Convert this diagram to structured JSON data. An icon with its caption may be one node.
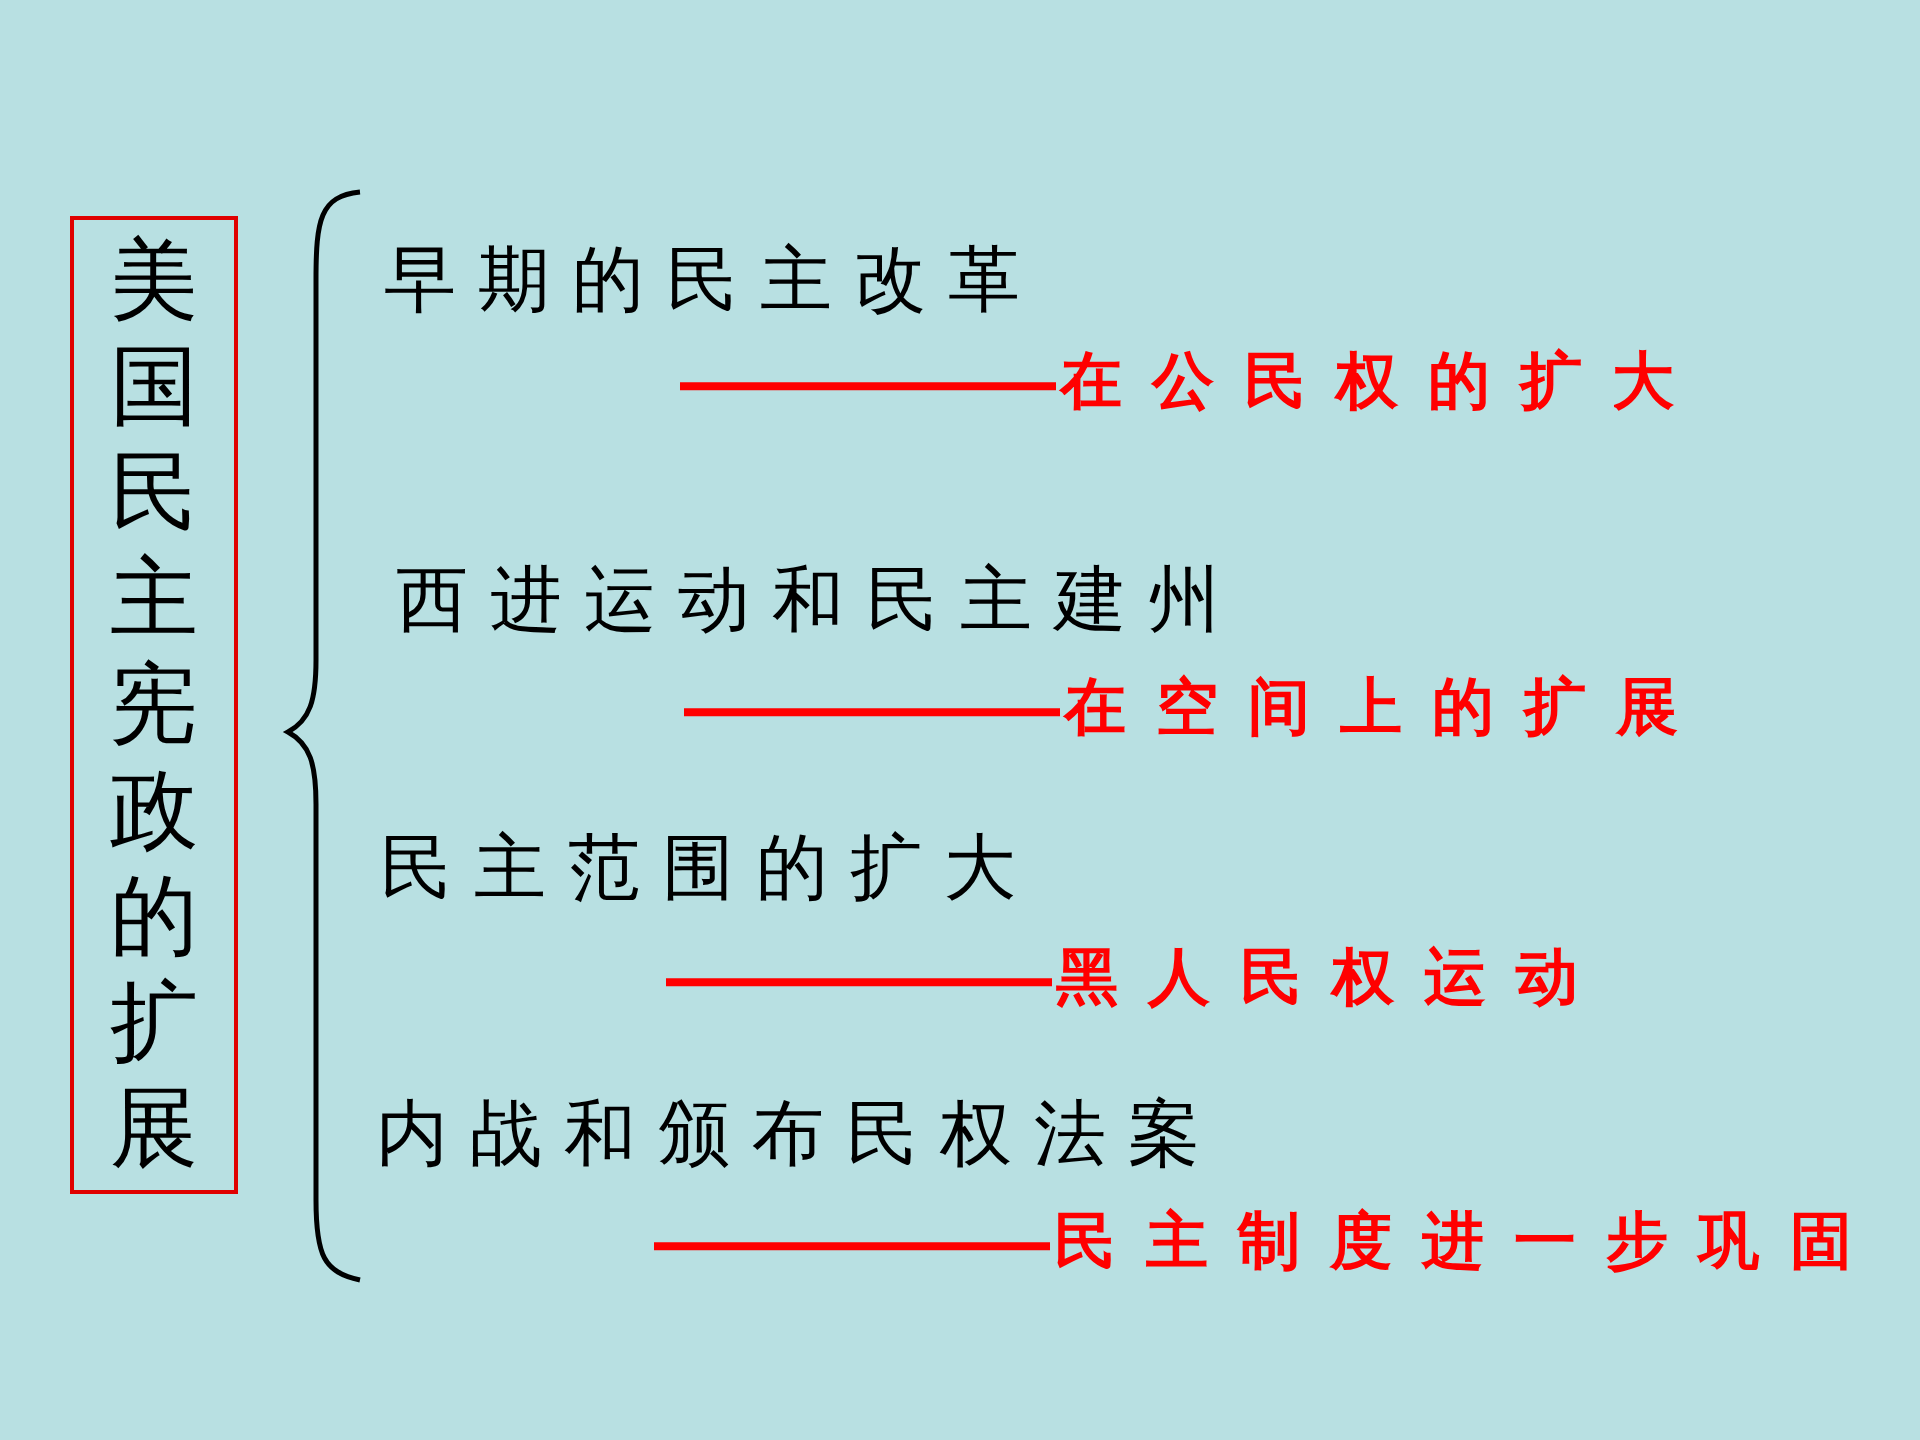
{
  "diagram": {
    "nodes": [
      {
        "text": [
          "美国民主宪政的扩展"
        ]
      },
      {
        "text": [
          "早期的民主改革"
        ]
      },
      {
        "text": [
          "在公民权的扩大"
        ]
      },
      {
        "text": [
          "西进运动和民主建州"
        ]
      },
      {
        "text": [
          "在空间上的扩展"
        ]
      },
      {
        "text": [
          "民主范围的扩大"
        ]
      },
      {
        "text": [
          "黑人民权运动"
        ]
      },
      {
        "text": [
          "内战和颁布民权法案"
        ]
      },
      {
        "text": [
          "民主制度进一步巩固"
        ]
      }
    ],
    "edges": [
      {
        "from": null,
        "to": 2,
        "arrow": "none",
        "color": "#ff0000"
      },
      {
        "from": null,
        "to": 4,
        "arrow": "none",
        "color": "#ff0000"
      },
      {
        "from": null,
        "to": 6,
        "arrow": "none",
        "color": "#ff0000"
      },
      {
        "from": null,
        "to": 8,
        "arrow": "none",
        "color": "#ff0000"
      }
    ]
  }
}
